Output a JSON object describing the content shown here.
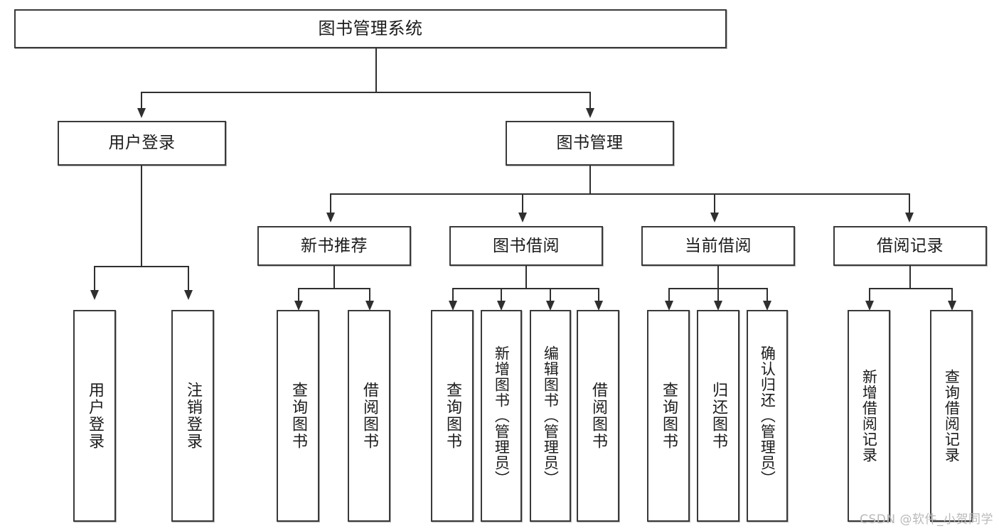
{
  "diagram": {
    "title": "图书管理系统",
    "watermark": "CSDN @软件_小贺同学",
    "accent_color": "#2f2f2f",
    "box_border_color": "#3a3a3a",
    "background_color": "#ffffff",
    "root": {
      "label": "图书管理系统"
    },
    "level2": [
      {
        "label": "用户登录"
      },
      {
        "label": "图书管理"
      }
    ],
    "level3": [
      {
        "label": "新书推荐"
      },
      {
        "label": "图书借阅"
      },
      {
        "label": "当前借阅"
      },
      {
        "label": "借阅记录"
      }
    ],
    "leaves": {
      "user_login": [
        {
          "label": "用户登录"
        },
        {
          "label": "注销登录"
        }
      ],
      "new_book_recommend": [
        {
          "label": "查询图书"
        },
        {
          "label": "借阅图书"
        }
      ],
      "book_borrow": [
        {
          "label": "查询图书"
        },
        {
          "label": "新增图书（管理员）"
        },
        {
          "label": "编辑图书（管理员）"
        },
        {
          "label": "借阅图书"
        }
      ],
      "current_borrow": [
        {
          "label": "查询图书"
        },
        {
          "label": "归还图书"
        },
        {
          "label": "确认归还（管理员）"
        }
      ],
      "borrow_record": [
        {
          "label": "新增借阅记录"
        },
        {
          "label": "查询借阅记录"
        }
      ]
    }
  },
  "chart_data": {
    "type": "tree",
    "title": "图书管理系统",
    "nodes": [
      {
        "id": "root",
        "label": "图书管理系统",
        "parent": null,
        "level": 0
      },
      {
        "id": "n1",
        "label": "用户登录",
        "parent": "root",
        "level": 1
      },
      {
        "id": "n2",
        "label": "图书管理",
        "parent": "root",
        "level": 1
      },
      {
        "id": "n1a",
        "label": "用户登录",
        "parent": "n1",
        "level": 2
      },
      {
        "id": "n1b",
        "label": "注销登录",
        "parent": "n1",
        "level": 2
      },
      {
        "id": "n2a",
        "label": "新书推荐",
        "parent": "n2",
        "level": 2
      },
      {
        "id": "n2b",
        "label": "图书借阅",
        "parent": "n2",
        "level": 2
      },
      {
        "id": "n2c",
        "label": "当前借阅",
        "parent": "n2",
        "level": 2
      },
      {
        "id": "n2d",
        "label": "借阅记录",
        "parent": "n2",
        "level": 2
      },
      {
        "id": "n2a1",
        "label": "查询图书",
        "parent": "n2a",
        "level": 3
      },
      {
        "id": "n2a2",
        "label": "借阅图书",
        "parent": "n2a",
        "level": 3
      },
      {
        "id": "n2b1",
        "label": "查询图书",
        "parent": "n2b",
        "level": 3
      },
      {
        "id": "n2b2",
        "label": "新增图书（管理员）",
        "parent": "n2b",
        "level": 3
      },
      {
        "id": "n2b3",
        "label": "编辑图书（管理员）",
        "parent": "n2b",
        "level": 3
      },
      {
        "id": "n2b4",
        "label": "借阅图书",
        "parent": "n2b",
        "level": 3
      },
      {
        "id": "n2c1",
        "label": "查询图书",
        "parent": "n2c",
        "level": 3
      },
      {
        "id": "n2c2",
        "label": "归还图书",
        "parent": "n2c",
        "level": 3
      },
      {
        "id": "n2c3",
        "label": "确认归还（管理员）",
        "parent": "n2c",
        "level": 3
      },
      {
        "id": "n2d1",
        "label": "新增借阅记录",
        "parent": "n2d",
        "level": 3
      },
      {
        "id": "n2d2",
        "label": "查询借阅记录",
        "parent": "n2d",
        "level": 3
      }
    ]
  }
}
